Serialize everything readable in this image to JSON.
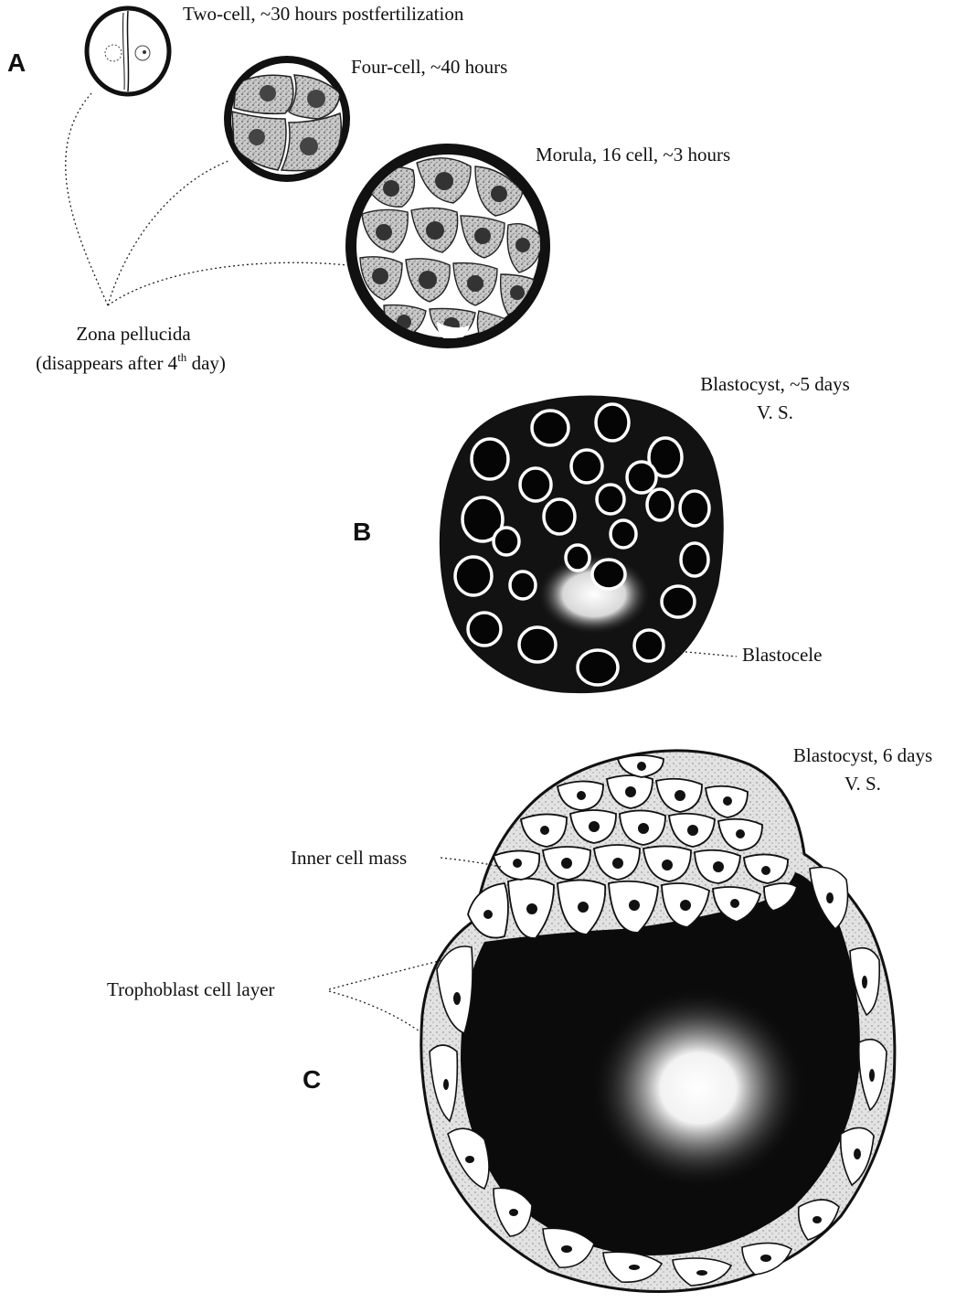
{
  "panels": {
    "a": {
      "letter": "A",
      "two_cell": "Two-cell, ~30 hours postfertilization",
      "four_cell": "Four-cell, ~40 hours",
      "morula": "Morula, 16 cell, ~3 hours",
      "zona_line1": "Zona pellucida",
      "zona_line2_prefix": "(disappears after 4",
      "zona_line2_sup": "th",
      "zona_line2_suffix": " day)"
    },
    "b": {
      "letter": "B",
      "title_line1": "Blastocyst, ~5 days",
      "title_line2": "V. S.",
      "blastocele": "Blastocele"
    },
    "c": {
      "letter": "C",
      "title_line1": "Blastocyst, 6 days",
      "title_line2": "V. S.",
      "inner_cell_mass": "Inner cell mass",
      "trophoblast": "Trophoblast cell layer"
    }
  },
  "colors": {
    "ink": "#111111",
    "cytoplasm_stipple": "#b5b5b5",
    "cavity": "#0b0b0b"
  }
}
